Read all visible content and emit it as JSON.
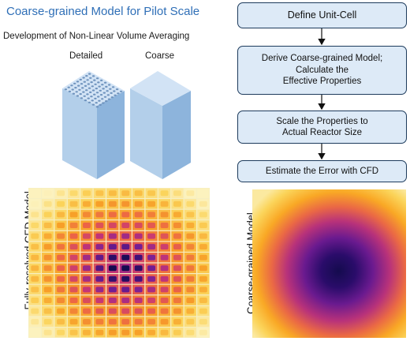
{
  "header": {
    "title": "Coarse-grained Model for Pilot Scale",
    "subtitle": "Development of Non-Linear Volume Averaging"
  },
  "cubes": {
    "detailed_label": "Detailed",
    "coarse_label": "Coarse"
  },
  "flowchart": {
    "steps": [
      "Define Unit-Cell",
      "Derive Coarse-grained Model;\nCalculate the\nEffective Properties",
      "Scale the Properties to\nActual Reactor Size",
      "Estimate the Error with CFD"
    ]
  },
  "panels": {
    "cfd_label": "Fully-resolved CFD Model",
    "coarse_label": "Coarse-grained Model"
  },
  "colors": {
    "title": "#2f6fb7",
    "box_fill": "#ddeaf7",
    "box_border": "#1d3b5c",
    "cube_top": "#d2e3f5",
    "cube_left": "#b3cfea",
    "cube_right": "#8db4dc"
  }
}
